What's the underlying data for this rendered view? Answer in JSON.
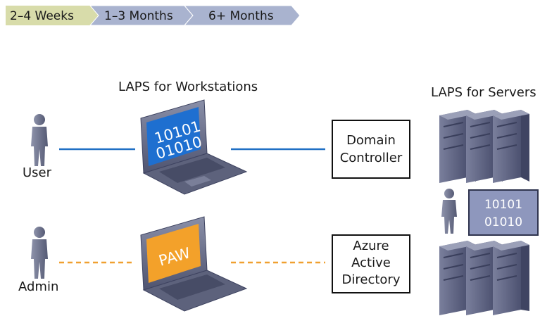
{
  "timeline": {
    "phase1": "2–4 Weeks",
    "phase2": "1–3 Months",
    "phase3": "6+ Months",
    "phase1_color": "#d8dcaa",
    "phase_color": "#a9b3cf"
  },
  "workstations": {
    "title": "LAPS for Workstations",
    "screen_line1": "10101",
    "screen_line2": "01010",
    "paw_label": "PAW"
  },
  "servers": {
    "title": "LAPS for Servers",
    "panel_line1": "10101",
    "panel_line2": "01010"
  },
  "people": {
    "user_label": "User",
    "admin_label": "Admin"
  },
  "boxes": {
    "dc_line1": "Domain",
    "dc_line2": "Controller",
    "aad_line1": "Azure",
    "aad_line2": "Active",
    "aad_line3": "Directory"
  },
  "colors": {
    "solid_link": "#1f6fc4",
    "dashed_link": "#f0a030",
    "device_body": "#6a6f8a",
    "screen_blue": "#1e6fd0",
    "screen_orange": "#f3a12a",
    "panel_fill": "#8e97bd"
  },
  "icons": {
    "person": "person-icon",
    "laptop": "laptop-icon",
    "server": "server-rack-icon"
  }
}
